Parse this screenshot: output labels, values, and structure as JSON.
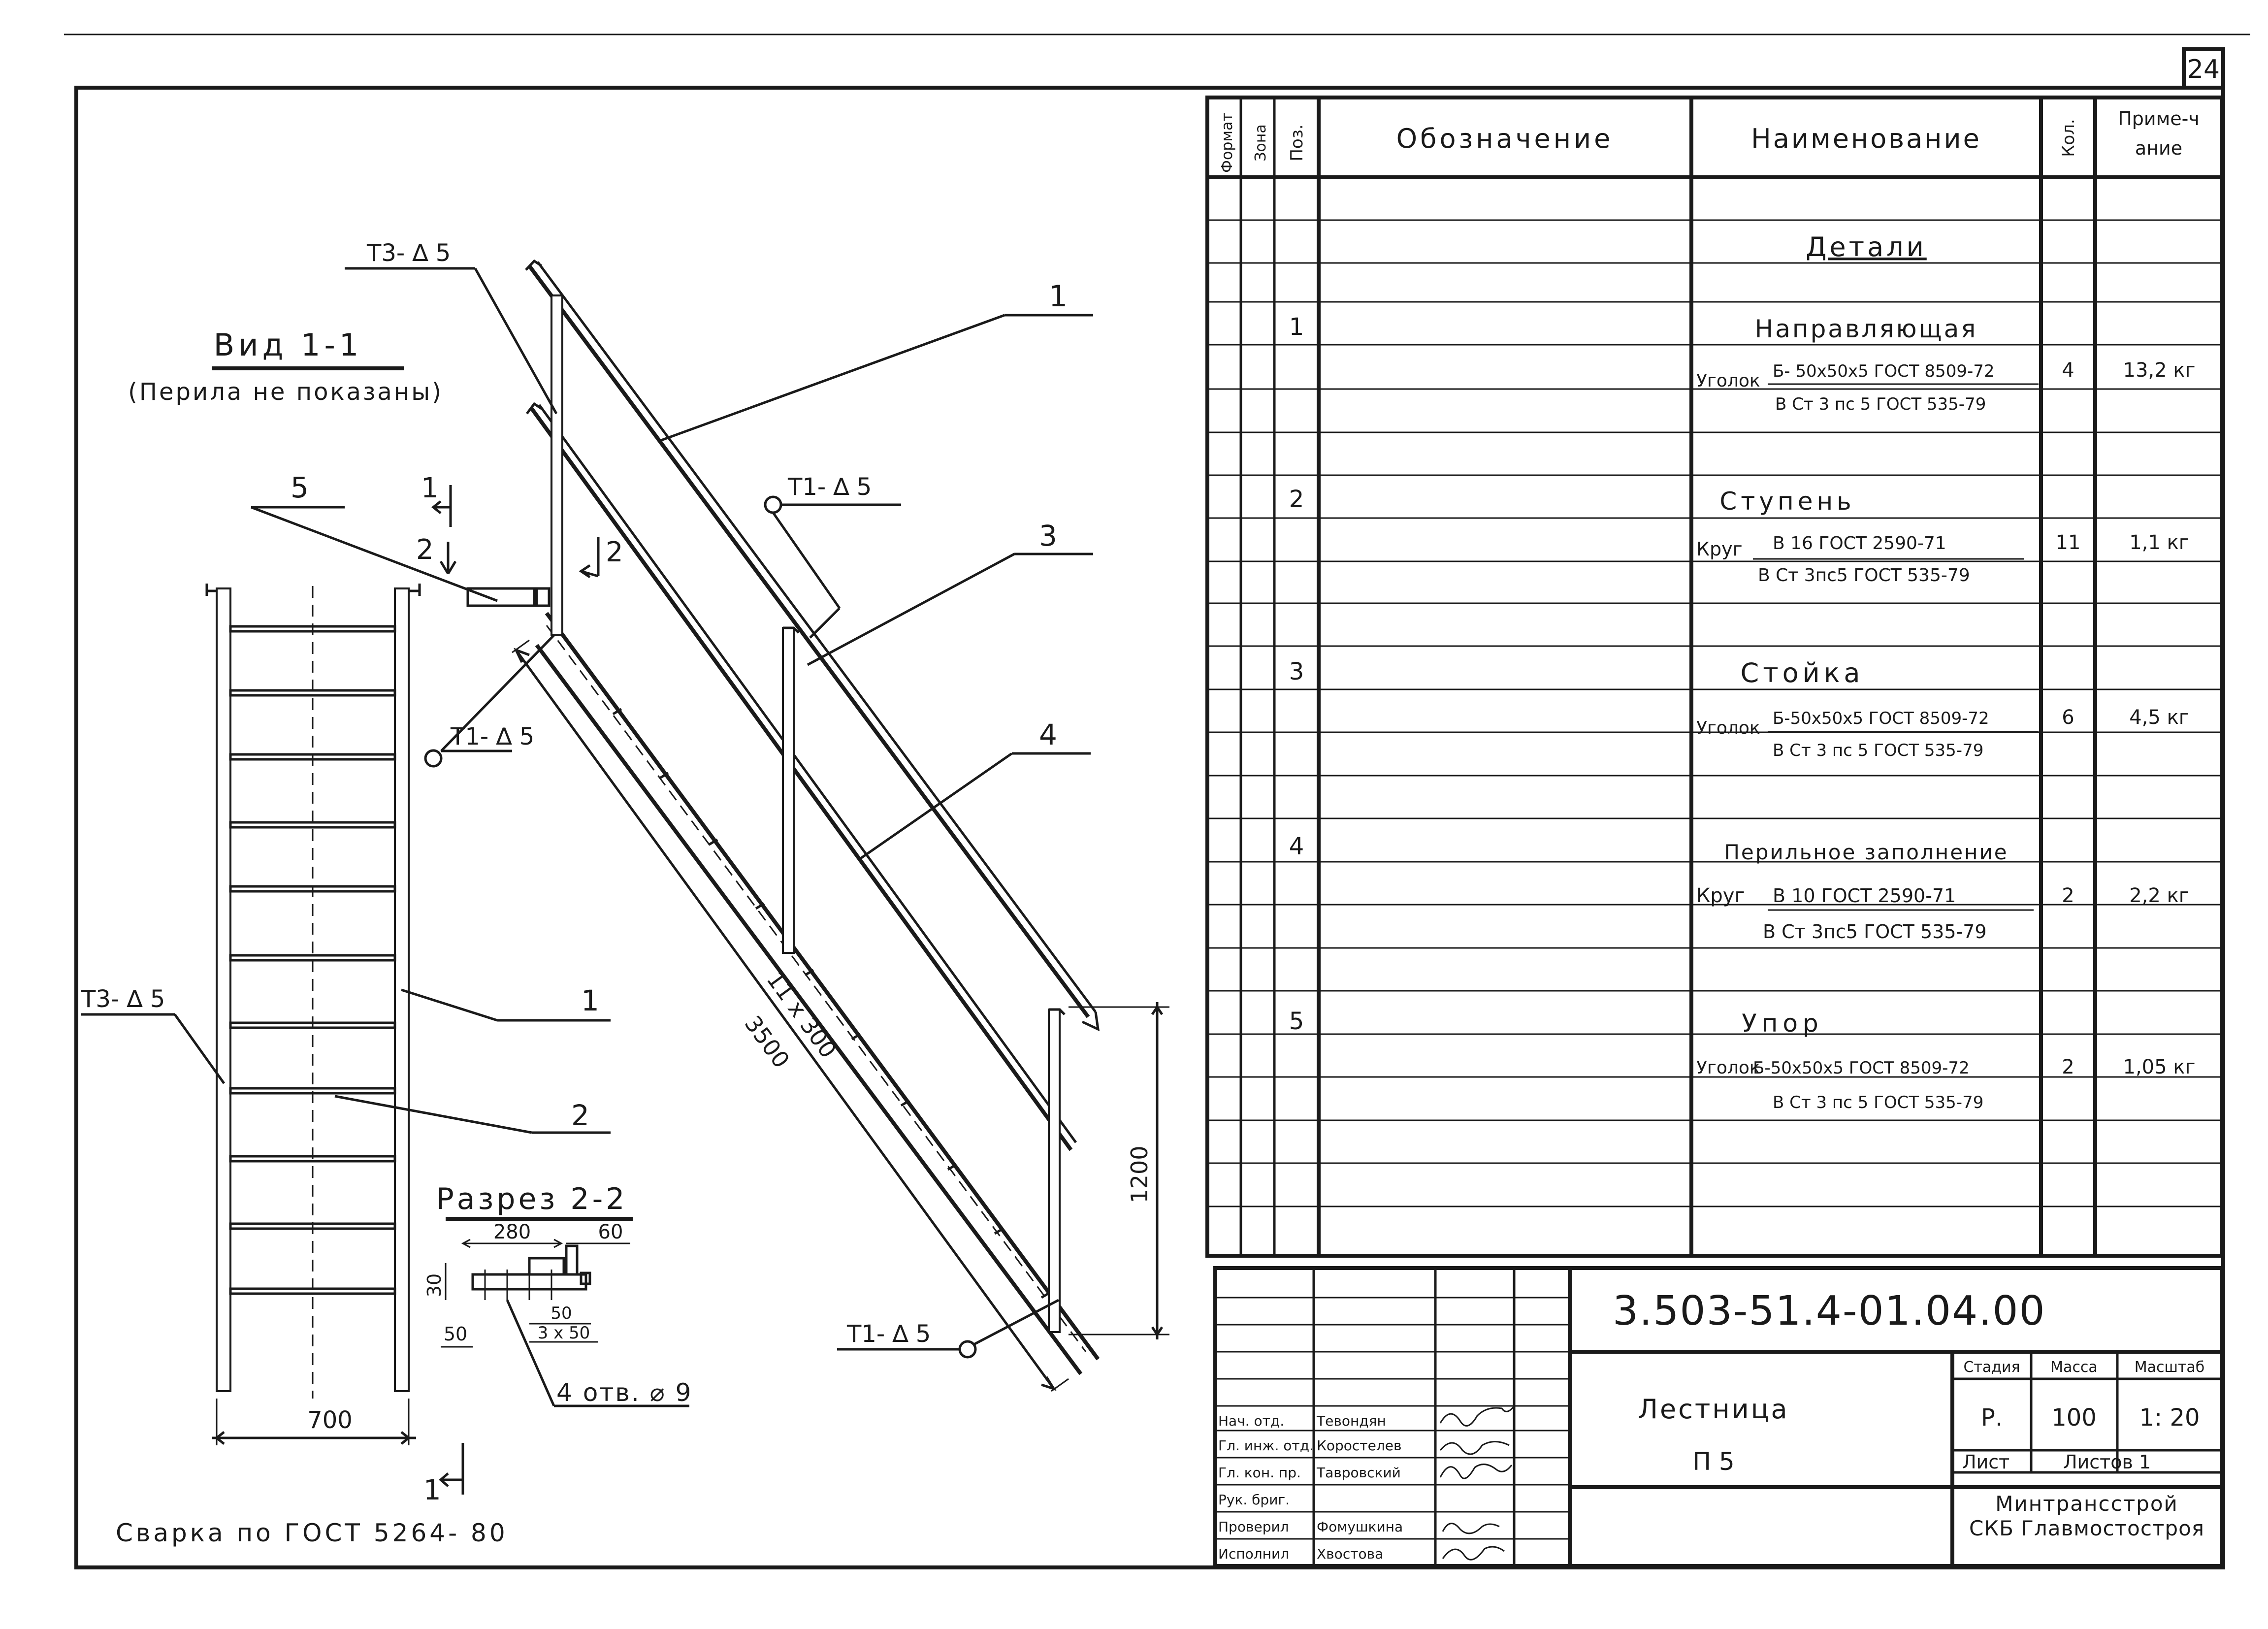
{
  "sheet": {
    "page_number": "24",
    "drawing_code": "3.503-51.4-01.04.00",
    "welding_note": "Сварка по ГОСТ 5264- 80"
  },
  "spec_table": {
    "headers": {
      "format": "Формат",
      "zone": "Зона",
      "pos": "Поз.",
      "designation": "Обозначение",
      "name": "Наименование",
      "qty": "Кол.",
      "note": "Приме-чание"
    },
    "section_title": "Детали",
    "items": [
      {
        "pos": "1",
        "title": "Направляющая",
        "profile": "Уголок",
        "numerator": "Б- 50х50х5 ГОСТ 8509-72",
        "denominator": "В Ст 3 пс 5 ГОСТ 535-79",
        "qty": "4",
        "note": "13,2 кг"
      },
      {
        "pos": "2",
        "title": "Ступень",
        "profile": "Круг",
        "numerator": "В 16 ГОСТ 2590-71",
        "denominator": "В Ст 3пс5 ГОСТ 535-79",
        "qty": "11",
        "note": "1,1 кг"
      },
      {
        "pos": "3",
        "title": "Стойка",
        "profile": "Уголок",
        "numerator": "Б-50х50х5 ГОСТ 8509-72",
        "denominator": "В Ст 3 пс 5 ГОСТ 535-79",
        "qty": "6",
        "note": "4,5 кг"
      },
      {
        "pos": "4",
        "title": "Перильное заполнение",
        "profile": "Круг",
        "numerator": "В 10 ГОСТ 2590-71",
        "denominator": "В Ст 3пс5 ГОСТ 535-79",
        "qty": "2",
        "note": "2,2 кг"
      },
      {
        "pos": "5",
        "title": "Упор",
        "profile": "Уголок",
        "numerator": "Б-50х50х5 ГОСТ 8509-72",
        "denominator": "В Ст 3 пс 5 ГОСТ 535-79",
        "qty": "2",
        "note": "1,05 кг"
      }
    ]
  },
  "title_block": {
    "title_line1": "Лестница",
    "title_line2": "П 5",
    "stage_label": "Стадия",
    "mass_label": "Масса",
    "scale_label": "Масштаб",
    "stage": "Р.",
    "mass": "100",
    "scale": "1: 20",
    "sheet_label": "Лист",
    "sheets_label": "Листов 1",
    "org_line1": "Минтрансстрой",
    "org_line2": "СКБ Главмостостроя",
    "roles": [
      {
        "role": "Нач. отд.",
        "name": "Тевондян"
      },
      {
        "role": "Гл. инж. отд.",
        "name": "Коростелев"
      },
      {
        "role": "Гл. кон. пр.",
        "name": "Тавровский"
      },
      {
        "role": "Рук. бриг.",
        "name": ""
      },
      {
        "role": "Проверил",
        "name": "Фомушкина"
      },
      {
        "role": "Исполнил",
        "name": "Хвостова"
      }
    ]
  },
  "view_1_1": {
    "title": "Вид 1-1",
    "subtitle": "(Перила не показаны)",
    "weld_label": "Т3- ∆ 5",
    "leader_1": "1",
    "leader_2": "2",
    "width_dim": "700",
    "cut_mark": "1"
  },
  "section_2_2": {
    "title": "Разрез 2-2",
    "dim_280": "280",
    "dim_60": "60",
    "dim_30": "30",
    "dim_50a": "50",
    "dim_50b": "50",
    "dim_3x50": "3 х 50",
    "holes": "4 отв. ⌀ 9"
  },
  "main_view": {
    "weld_top": "Т3- ∆ 5",
    "weld_mid": "Т1- ∆ 5",
    "weld_left": "Т1- ∆ 5",
    "weld_bottom": "Т1- ∆ 5",
    "pos_1": "1",
    "pos_3": "3",
    "pos_4": "4",
    "pos_5": "5",
    "cut_1": "1",
    "cut_2a": "2",
    "cut_2b": "2",
    "dim_steps": "11 х 300",
    "dim_length": "3500",
    "dim_height": "1200"
  }
}
